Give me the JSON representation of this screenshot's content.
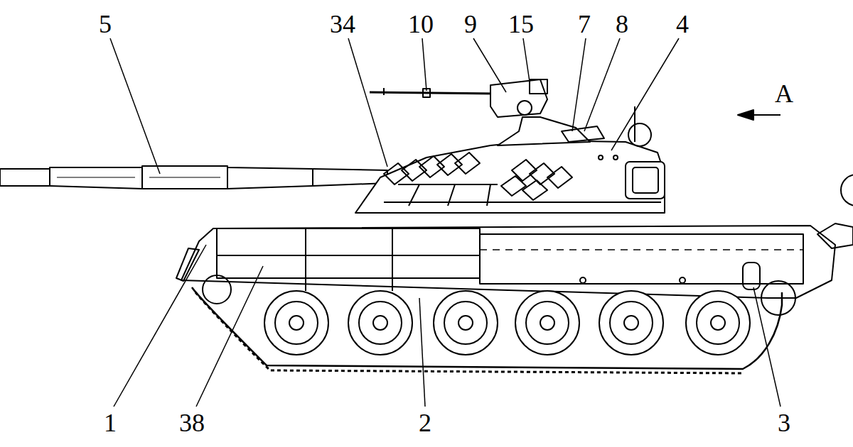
{
  "diagram": {
    "labels": [
      "5",
      "34",
      "10",
      "9",
      "15",
      "7",
      "8",
      "4",
      "A",
      "1",
      "38",
      "2",
      "3"
    ]
  }
}
